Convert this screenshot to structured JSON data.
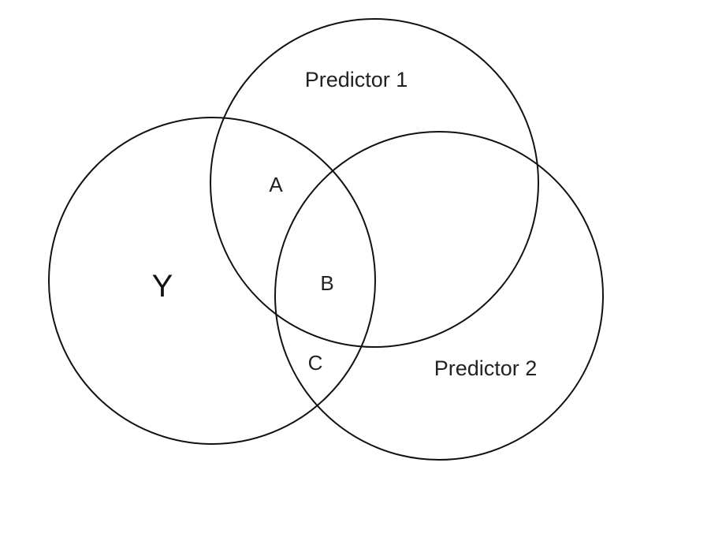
{
  "diagram": {
    "type": "venn",
    "sets": {
      "y": {
        "label": "Y"
      },
      "predictor1": {
        "label": "Predictor 1"
      },
      "predictor2": {
        "label": "Predictor 2"
      }
    },
    "regions": {
      "a": {
        "label": "A"
      },
      "b": {
        "label": "B"
      },
      "c": {
        "label": "C"
      }
    },
    "colors": {
      "stroke": "#111111",
      "text": "#222222",
      "background": "#ffffff"
    }
  }
}
